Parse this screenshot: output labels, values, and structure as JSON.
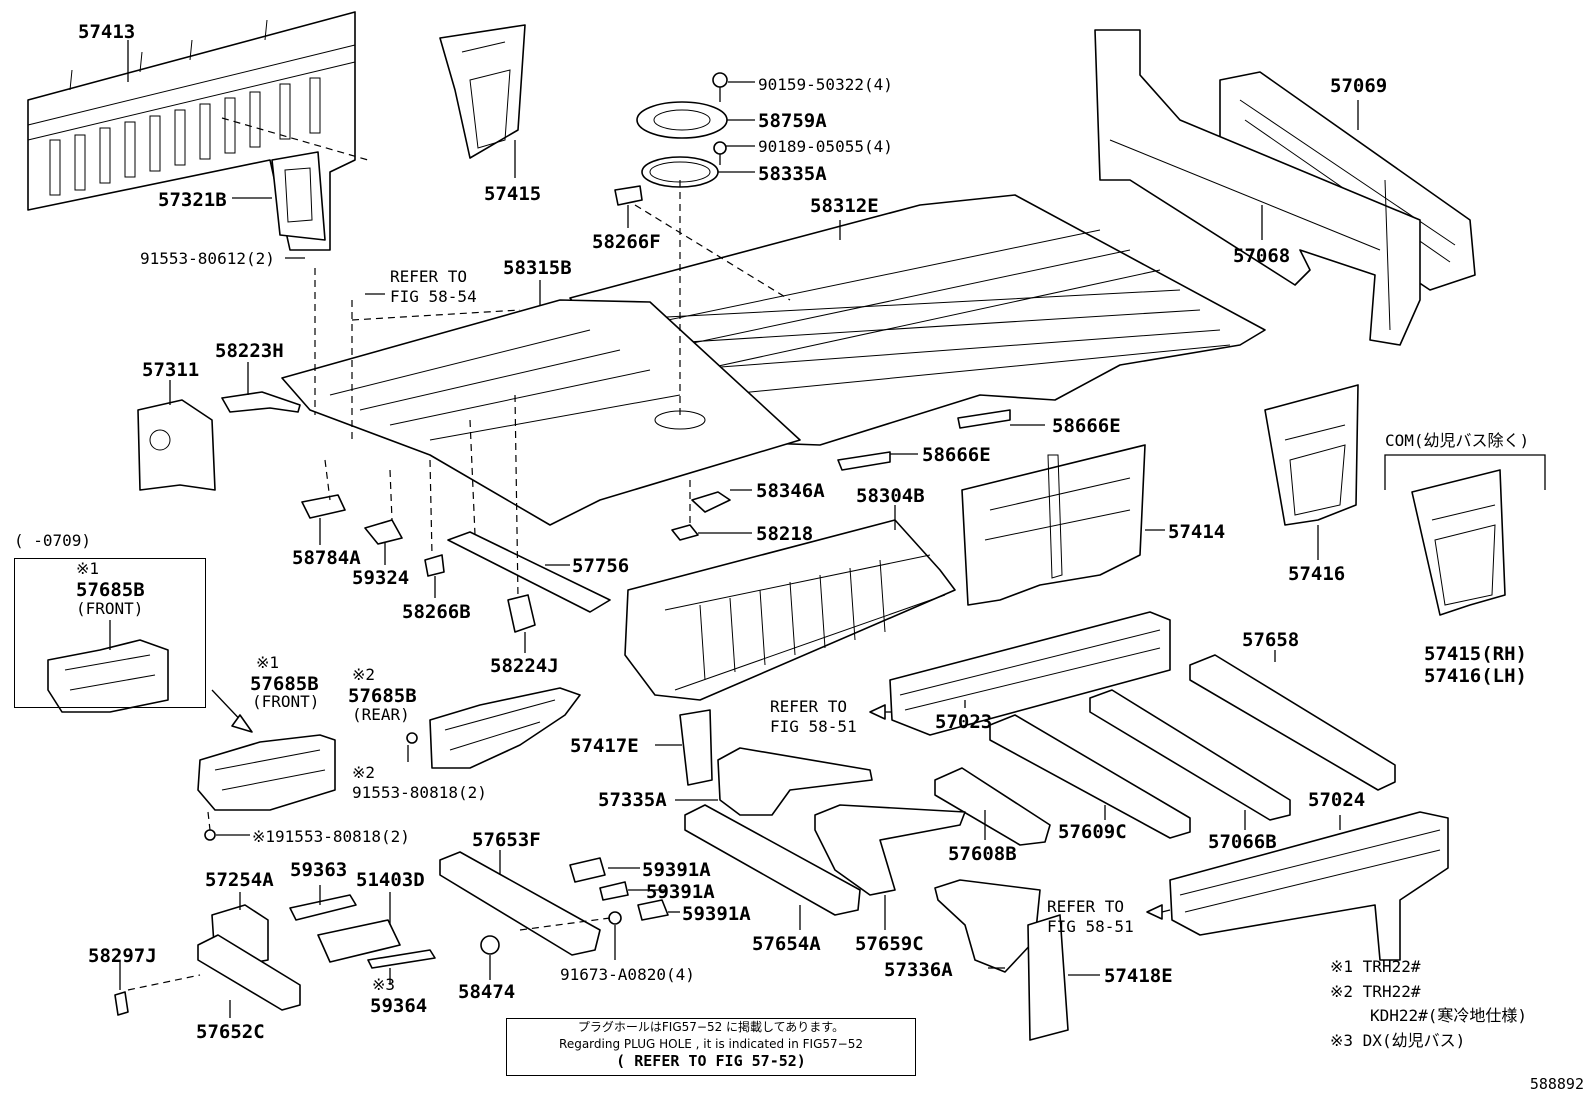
{
  "parts": {
    "p57413": "57413",
    "p57321B": "57321B",
    "p57415": "57415",
    "p90159": "90159-50322(4)",
    "p58759A": "58759A",
    "p90189": "90189-05055(4)",
    "p58335A": "58335A",
    "p58266F": "58266F",
    "p58312E": "58312E",
    "p57069": "57069",
    "p57068": "57068",
    "p91553a": "91553-80612(2)",
    "refer1a": "REFER TO",
    "refer1b": "FIG 58-54",
    "p58315B": "58315B",
    "p57311": "57311",
    "p58223H": "58223H",
    "p58666E1": "58666E",
    "p58666E2": "58666E",
    "p58346A": "58346A",
    "p58218": "58218",
    "p58304B": "58304B",
    "p57414": "57414",
    "p57416": "57416",
    "com_label": "COM(幼児バス除く)",
    "p57415RH": "57415(RH)",
    "p57416LH": "57416(LH)",
    "inset_date": "(      -0709)",
    "inset_mark": "※1",
    "inset_part": "57685B",
    "inset_front": "(FRONT)",
    "p58784A": "58784A",
    "p59324": "59324",
    "p58266B": "58266B",
    "p57756": "57756",
    "p58224J": "58224J",
    "m1": "※1",
    "p57685B1": "57685B",
    "front1": "(FRONT)",
    "m2": "※2",
    "p57685B2": "57685B",
    "rear": "(REAR)",
    "m2b": "※2",
    "p91553b": "91553-80818(2)",
    "p91553c": "※191553-80818(2)",
    "p57417E": "57417E",
    "refer2a": "REFER TO",
    "refer2b": "FIG 58-51",
    "p57023": "57023",
    "p57658": "57658",
    "p57335A": "57335A",
    "p57609C": "57609C",
    "p57066B": "57066B",
    "p57024": "57024",
    "p57608B": "57608B",
    "p57653F": "57653F",
    "p57254A": "57254A",
    "p59363": "59363",
    "p51403D": "51403D",
    "p59391A1": "59391A",
    "p59391A2": "59391A",
    "p59391A3": "59391A",
    "p57654A": "57654A",
    "p57659C": "57659C",
    "refer3a": "REFER TO",
    "refer3b": "FIG 58-51",
    "p57336A": "57336A",
    "p57418E": "57418E",
    "p58297J": "58297J",
    "m3": "※3",
    "p59364": "59364",
    "p58474": "58474",
    "p91673": "91673-A0820(4)",
    "p57652C": "57652C"
  },
  "legend": {
    "l1": "※1 TRH22#",
    "l2": "※2 TRH22#",
    "l2b": "KDH22#(寒冷地仕様)",
    "l3": "※3 DX(幼児バス)"
  },
  "note": {
    "line1": "プラグホールはFIG57−52 に掲載してあります。",
    "line2": "Regarding PLUG HOLE , it is indicated in FIG57−52",
    "line3": "( REFER TO FIG 57-52)"
  },
  "figure_id": "588892"
}
